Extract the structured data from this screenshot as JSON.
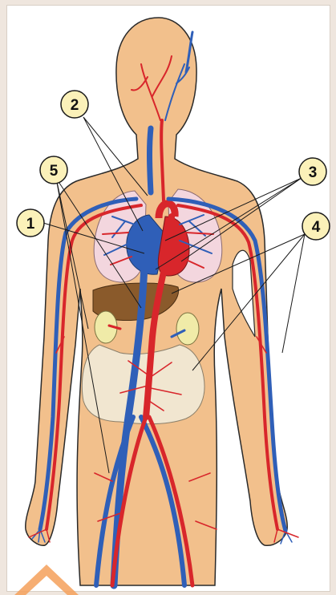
{
  "figure": {
    "callouts": [
      {
        "label": "1"
      },
      {
        "label": "2"
      },
      {
        "label": "3"
      },
      {
        "label": "4"
      },
      {
        "label": "5"
      }
    ]
  },
  "colors": {
    "skin": "#f2c08c",
    "outline": "#2a2a2a",
    "artery": "#d8262b",
    "vein": "#2f5fb8",
    "lung": "#f3d6de",
    "liver": "#8a5a2b",
    "kidney": "#f0eba8",
    "intestine": "#f1e6d0",
    "callout_fill": "#fbf1b9",
    "background": "#efe6de"
  }
}
